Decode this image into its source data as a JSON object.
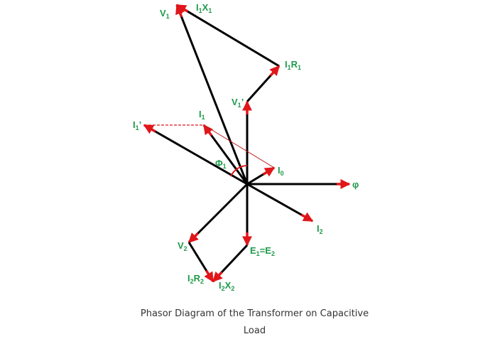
{
  "colors": {
    "label": "#1e9a4a",
    "arrow": "#e0161a",
    "line": "#000000"
  },
  "labels": {
    "V1": {
      "main": "V",
      "sub": "1"
    },
    "I1X1": {
      "a": "I",
      "as": "1",
      "b": "X",
      "bs": "1"
    },
    "I1R1": {
      "a": "I",
      "as": "1",
      "b": "R",
      "bs": "1"
    },
    "V1p": {
      "main": "V",
      "sub": "1",
      "prime": "’"
    },
    "I1": {
      "main": "I",
      "sub": "1"
    },
    "I1p": {
      "main": "I",
      "sub": "1",
      "prime": "’"
    },
    "Phi1": {
      "main": "Φ",
      "sub": "1"
    },
    "I0": {
      "main": "I",
      "sub": "0"
    },
    "phi": "φ",
    "I2": {
      "main": "I",
      "sub": "2"
    },
    "V2": {
      "main": "V",
      "sub": "2"
    },
    "E": {
      "a": "E",
      "as": "1",
      "eq": "=E",
      "bs": "2"
    },
    "I2R2": {
      "a": "I",
      "as": "2",
      "b": "R",
      "bs": "2"
    },
    "I2X2": {
      "a": "I",
      "as": "2",
      "b": "X",
      "bs": "2"
    }
  },
  "caption": {
    "line1": "Phasor Diagram of the Transformer on Capacitive",
    "line2": "Load"
  }
}
